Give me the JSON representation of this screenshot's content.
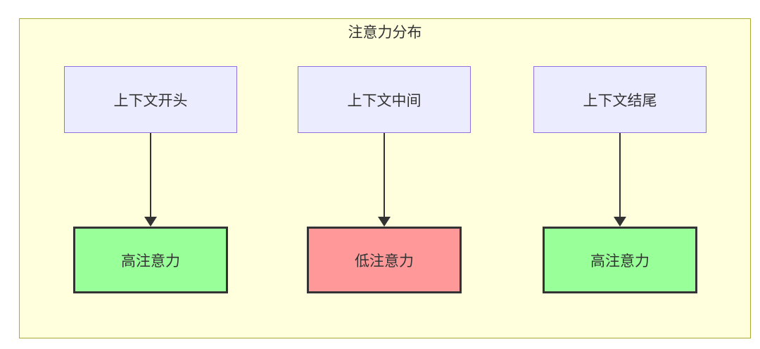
{
  "diagram": {
    "type": "flowchart",
    "container_title": "注意力分布",
    "columns": [
      {
        "top_label": "上下文开头",
        "bottom_label": "高注意力",
        "attention_level": "high"
      },
      {
        "top_label": "上下文中间",
        "bottom_label": "低注意力",
        "attention_level": "low"
      },
      {
        "top_label": "上下文结尾",
        "bottom_label": "高注意力",
        "attention_level": "high"
      }
    ],
    "edges": [
      {
        "from": "上下文开头",
        "to": "高注意力",
        "style": "arrow-down"
      },
      {
        "from": "上下文中间",
        "to": "低注意力",
        "style": "arrow-down"
      },
      {
        "from": "上下文结尾",
        "to": "高注意力",
        "style": "arrow-down"
      }
    ],
    "colors": {
      "container_bg": "#ffffde",
      "container_border": "#aaaa33",
      "top_node_fill": "#ececff",
      "top_node_border": "#9370db",
      "high_fill": "#99ff99",
      "low_fill": "#ff9999",
      "bottom_node_border": "#333333",
      "arrow": "#333333",
      "text": "#333333"
    }
  }
}
